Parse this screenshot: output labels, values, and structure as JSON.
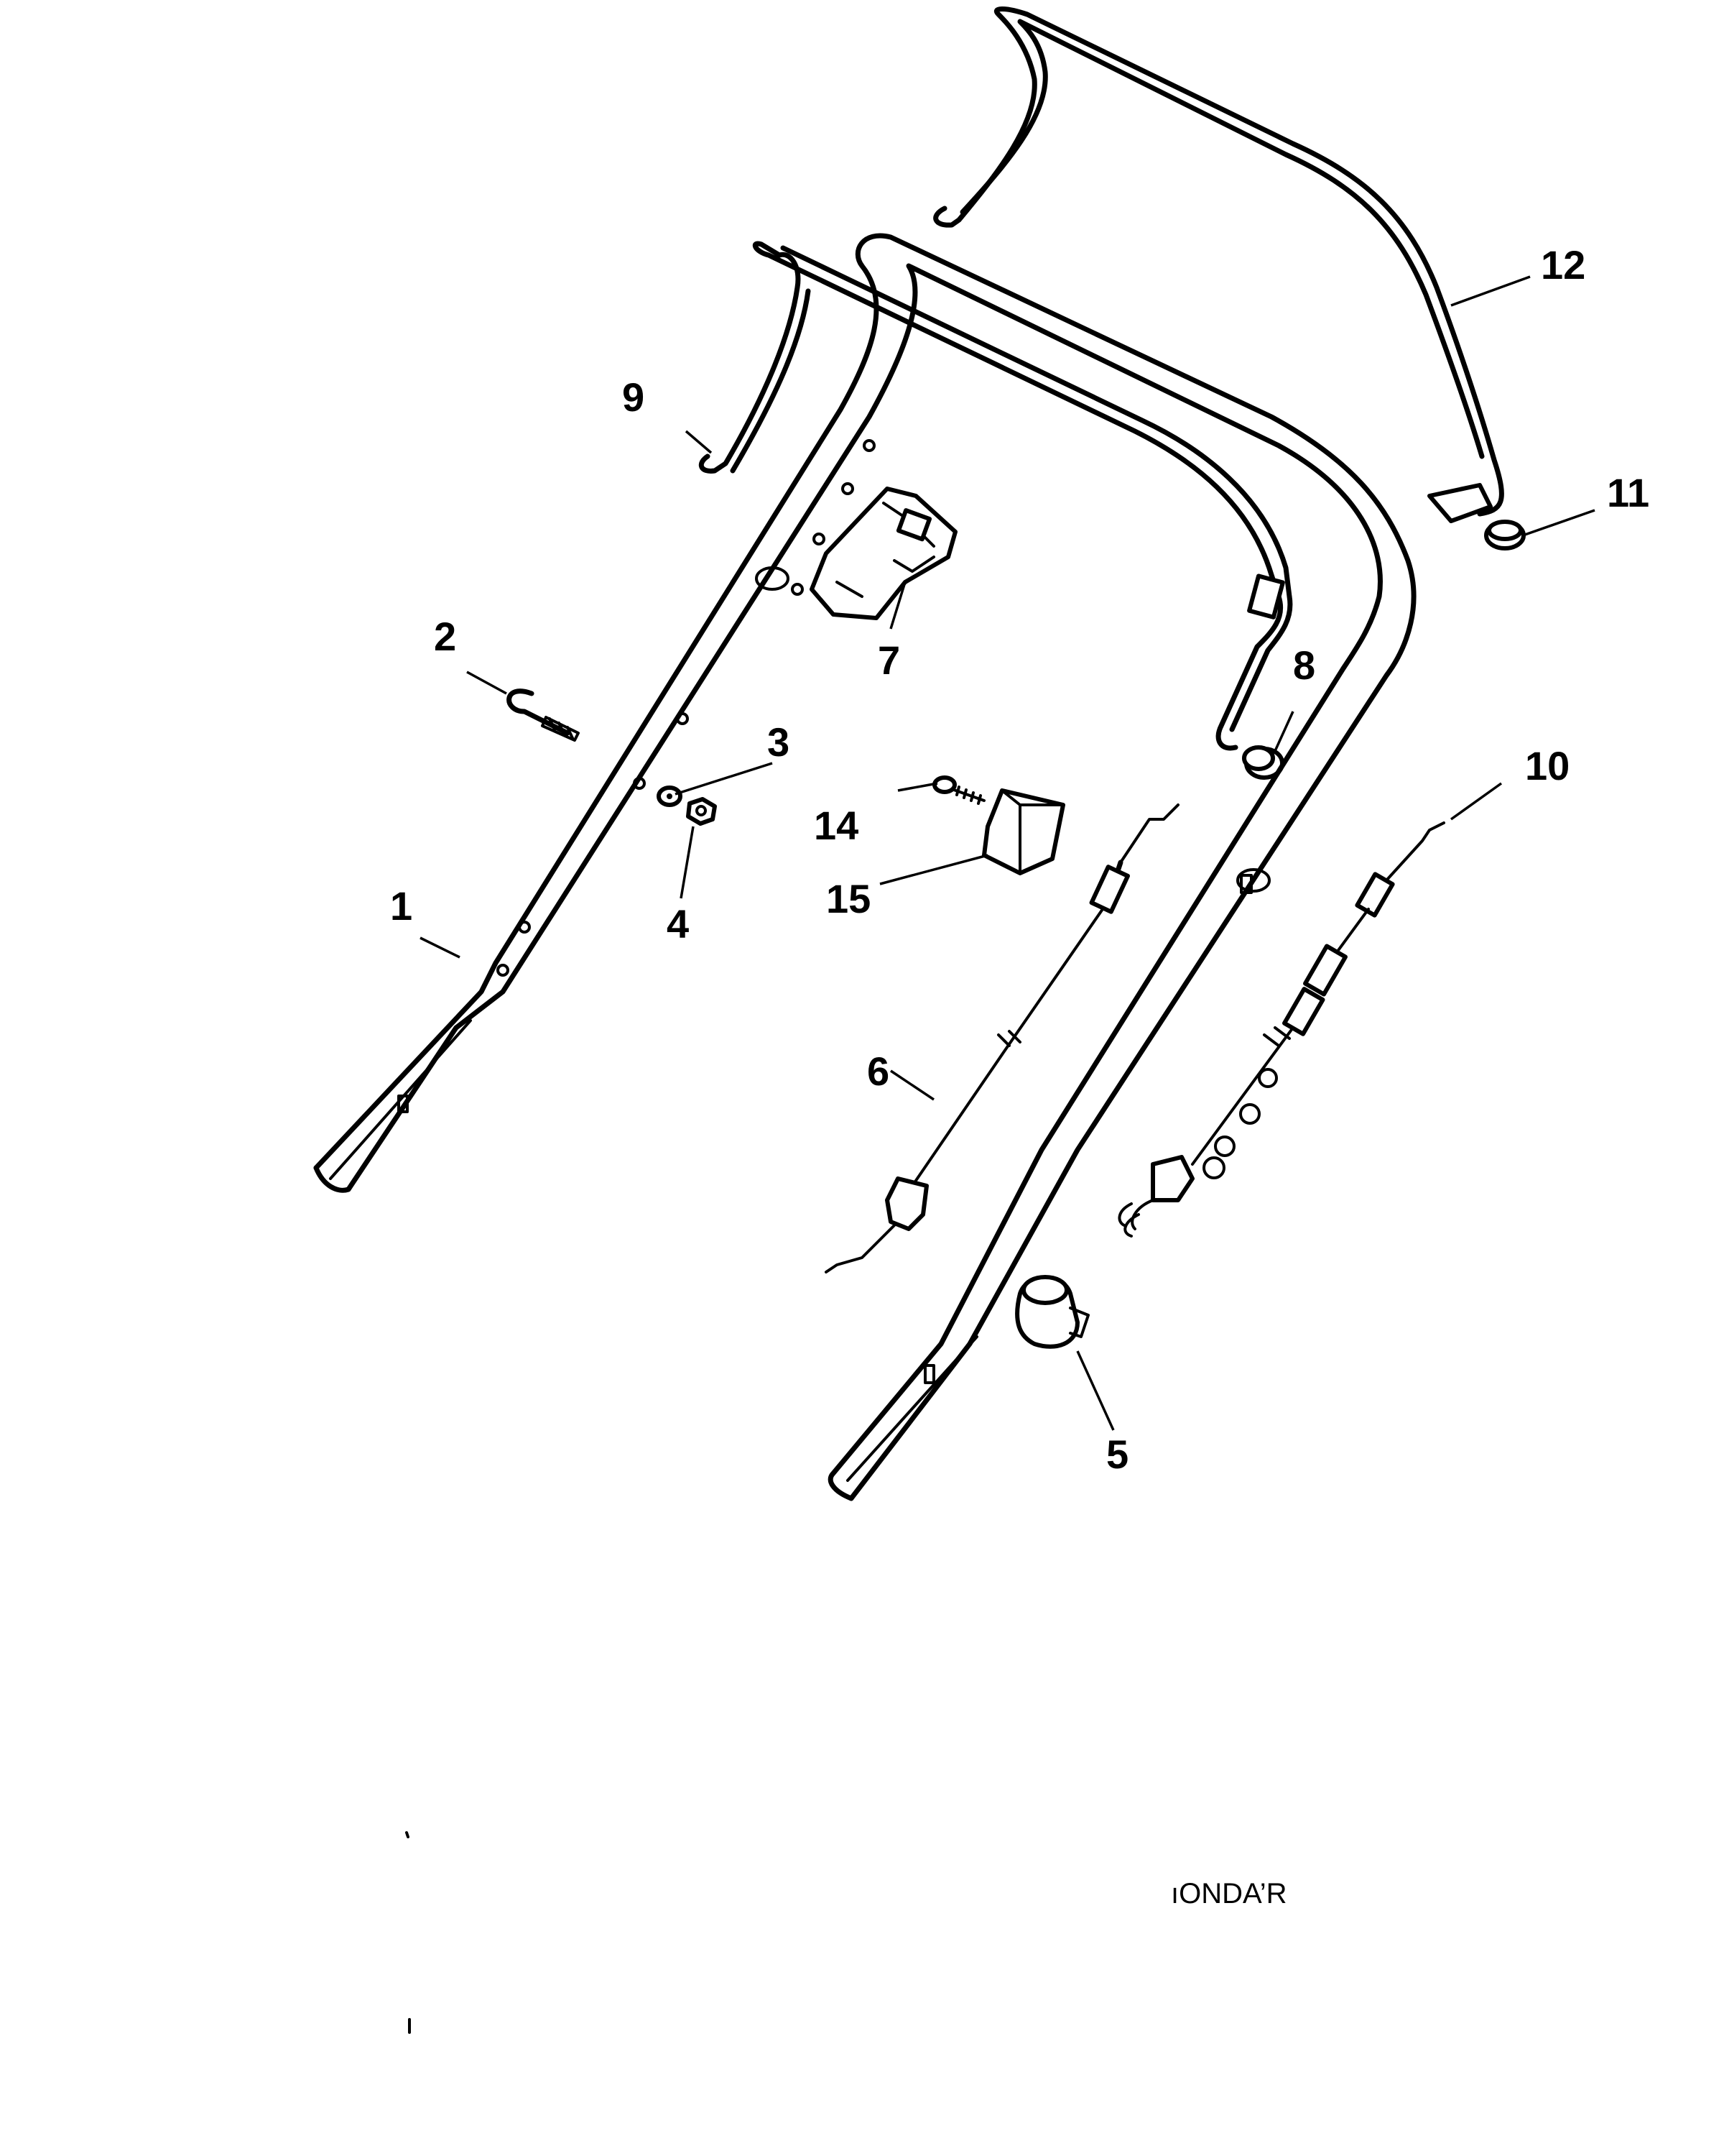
{
  "callouts": {
    "c1": "1",
    "c2": "2",
    "c3": "3",
    "c4": "4",
    "c5": "5",
    "c6": "6",
    "c7": "7",
    "c8": "8",
    "c9": "9",
    "c10": "10",
    "c11": "11",
    "c12": "12",
    "c14": "14",
    "c15": "15"
  },
  "footer_fragment": "ıONDA’R"
}
